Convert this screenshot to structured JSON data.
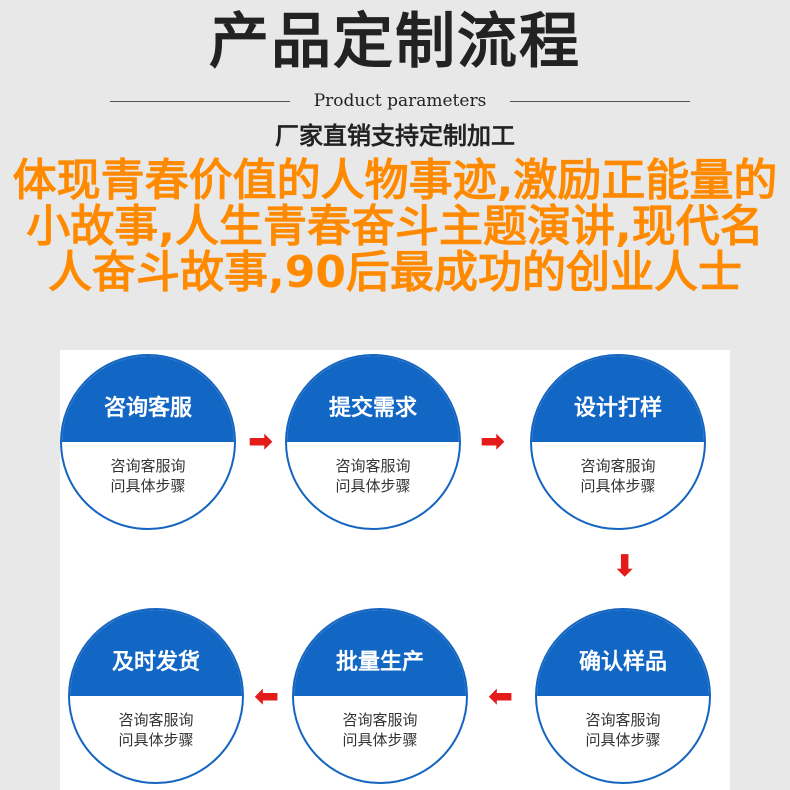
{
  "header": {
    "title": "产品定制流程",
    "subtitle_en": "Product parameters",
    "subtitle_cn": "厂家直销支持定制加工"
  },
  "steps": [
    {
      "title": "咨询客服",
      "line1": "咨询客服询",
      "line2": "问具体步骤"
    },
    {
      "title": "提交需求",
      "line1": "咨询客服询",
      "line2": "问具体步骤"
    },
    {
      "title": "设计打样",
      "line1": "咨询客服询",
      "line2": "问具体步骤"
    },
    {
      "title": "确认样品",
      "line1": "咨询客服询",
      "line2": "问具体步骤"
    },
    {
      "title": "批量生产",
      "line1": "咨询客服询",
      "line2": "问具体步骤"
    },
    {
      "title": "及时发货",
      "line1": "咨询客服询",
      "line2": "问具体步骤"
    }
  ],
  "overlay_text": "体现青春价值的人物事迹,激励正能量的小故事,人生青春奋斗主题演讲,现代名人奋斗故事,90后最成功的创业人士"
}
